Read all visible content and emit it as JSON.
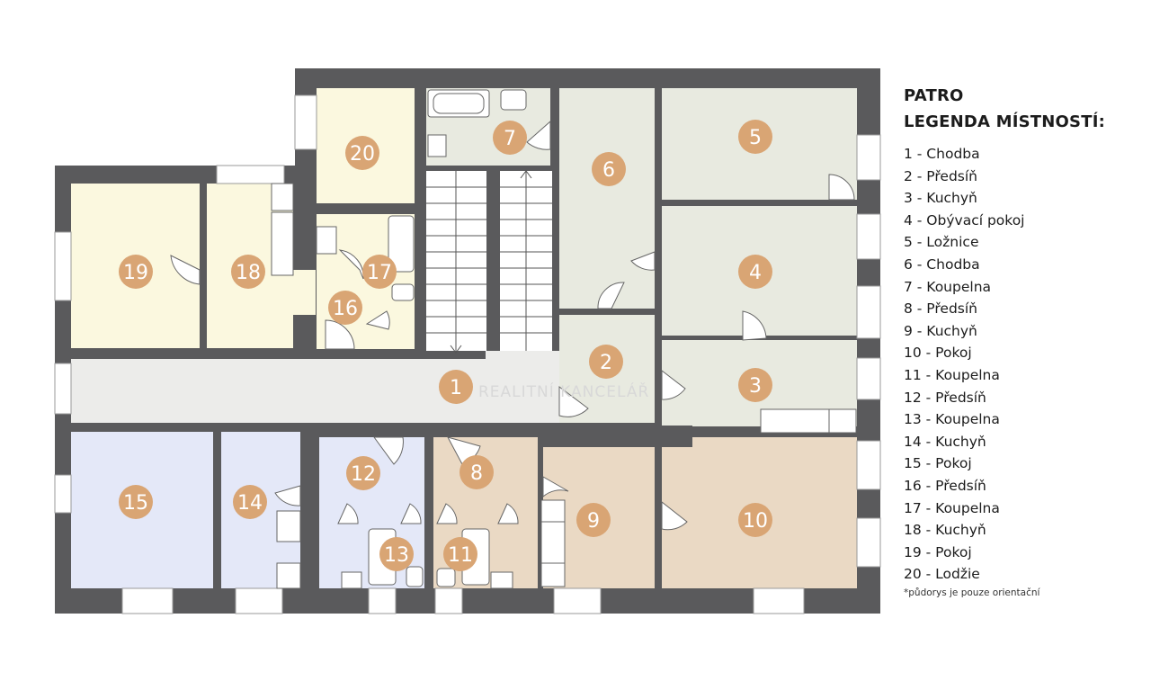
{
  "legend": {
    "title_line1": "PATRO",
    "title_line2": "LEGENDA MÍSTNOSTÍ:",
    "items": [
      "1 - Chodba",
      "2 - Předsíň",
      "3 - Kuchyň",
      "4 - Obývací pokoj",
      "5 - Ložnice",
      "6 - Chodba",
      "7 - Koupelna",
      "8 - Předsíň",
      "9 - Kuchyň",
      "10 - Pokoj",
      "11 - Koupelna",
      "12 - Předsíň",
      "13 - Koupelna",
      "14 - Kuchyň",
      "15 - Pokoj",
      "16 - Předsíň",
      "17 - Koupelna",
      "18 - Kuchyň",
      "19 - Pokoj",
      "20 - Lodžie"
    ],
    "note": "*půdorys je pouze orientační"
  },
  "rooms": [
    "1",
    "2",
    "3",
    "4",
    "5",
    "6",
    "7",
    "8",
    "9",
    "10",
    "11",
    "12",
    "13",
    "14",
    "15",
    "16",
    "17",
    "18",
    "19",
    "20"
  ],
  "watermark": "REALITNÍ KANCELÁŘ",
  "colors": {
    "wall": "#5a5a5c",
    "yellow": "#fbf8df",
    "grey_green": "#e8eae0",
    "corridor": "#ececea",
    "tan": "#ead9c4",
    "blue": "#e4e8f8",
    "marker": "#d9a574"
  }
}
